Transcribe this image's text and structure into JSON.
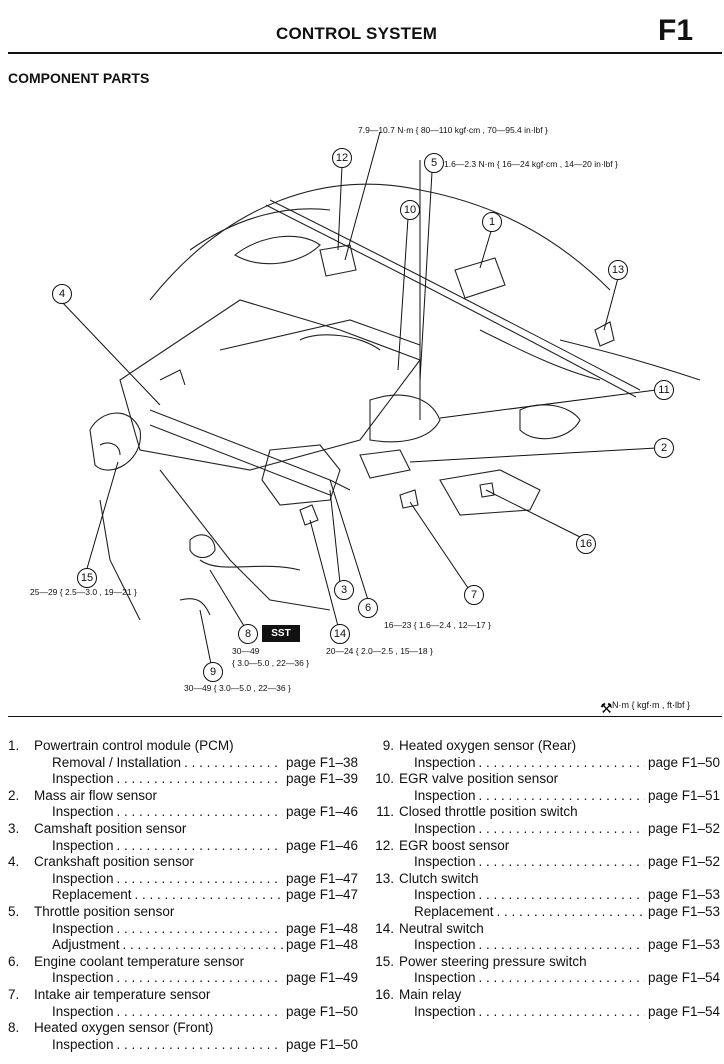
{
  "header": {
    "title": "CONTROL SYSTEM",
    "section_code": "F1"
  },
  "subheading": "COMPONENT PARTS",
  "diagram": {
    "torque_specs": [
      "7.9—10.7 N·m { 80—110 kgf·cm , 70—95.4 in·lbf }",
      "1.6—2.3 N·m { 16—24 kgf·cm , 14—20 in·lbf }",
      "25—29 { 2.5—3.0 , 19—21 }",
      "16—23 { 1.6—2.4 , 12—17 }",
      "20—24 { 2.0—2.5 , 15—18 }",
      "30—49",
      "{ 3.0—5.0 , 22—36 }",
      "30—49 { 3.0—5.0 , 22—36 }"
    ],
    "callouts": [
      "1",
      "2",
      "3",
      "4",
      "5",
      "6",
      "7",
      "8",
      "9",
      "10",
      "11",
      "12",
      "13",
      "14",
      "15",
      "16"
    ],
    "sst_label": "SST",
    "unit_note": "N·m { kgf·m , ft·lbf }"
  },
  "parts_left": [
    {
      "num": "1.",
      "name": "Powertrain control module (PCM)",
      "subs": [
        {
          "label": "Removal / Installation",
          "page": "page F1–38"
        },
        {
          "label": "Inspection",
          "page": "page F1–39"
        }
      ]
    },
    {
      "num": "2.",
      "name": "Mass air flow sensor",
      "subs": [
        {
          "label": "Inspection",
          "page": "page F1–46"
        }
      ]
    },
    {
      "num": "3.",
      "name": "Camshaft position sensor",
      "subs": [
        {
          "label": "Inspection",
          "page": "page F1–46"
        }
      ]
    },
    {
      "num": "4.",
      "name": "Crankshaft position sensor",
      "subs": [
        {
          "label": "Inspection",
          "page": "page F1–47"
        },
        {
          "label": "Replacement",
          "page": "page F1–47"
        }
      ]
    },
    {
      "num": "5.",
      "name": "Throttle position sensor",
      "subs": [
        {
          "label": "Inspection",
          "page": "page F1–48"
        },
        {
          "label": "Adjustment",
          "page": "page F1–48"
        }
      ]
    },
    {
      "num": "6.",
      "name": "Engine coolant temperature sensor",
      "subs": [
        {
          "label": "Inspection",
          "page": "page F1–49"
        }
      ]
    },
    {
      "num": "7.",
      "name": "Intake air temperature sensor",
      "subs": [
        {
          "label": "Inspection",
          "page": "page F1–50"
        }
      ]
    },
    {
      "num": "8.",
      "name": "Heated oxygen sensor (Front)",
      "subs": [
        {
          "label": "Inspection",
          "page": "page F1–50"
        }
      ]
    }
  ],
  "parts_right": [
    {
      "num": "9.",
      "name": "Heated oxygen sensor (Rear)",
      "subs": [
        {
          "label": "Inspection",
          "page": "page F1–50"
        }
      ]
    },
    {
      "num": "10.",
      "name": "EGR valve position sensor",
      "subs": [
        {
          "label": "Inspection",
          "page": "page F1–51"
        }
      ]
    },
    {
      "num": "11.",
      "name": "Closed throttle position switch",
      "subs": [
        {
          "label": "Inspection",
          "page": "page F1–52"
        }
      ]
    },
    {
      "num": "12.",
      "name": "EGR boost sensor",
      "subs": [
        {
          "label": "Inspection",
          "page": "page F1–52"
        }
      ]
    },
    {
      "num": "13.",
      "name": "Clutch switch",
      "subs": [
        {
          "label": "Inspection",
          "page": "page F1–53"
        },
        {
          "label": "Replacement",
          "page": "page F1–53"
        }
      ]
    },
    {
      "num": "14.",
      "name": "Neutral switch",
      "subs": [
        {
          "label": "Inspection",
          "page": "page F1–53"
        }
      ]
    },
    {
      "num": "15.",
      "name": "Power steering pressure switch",
      "subs": [
        {
          "label": "Inspection",
          "page": "page F1–54"
        }
      ]
    },
    {
      "num": "16.",
      "name": "Main relay",
      "subs": [
        {
          "label": "Inspection",
          "page": "page F1–54"
        }
      ]
    }
  ]
}
